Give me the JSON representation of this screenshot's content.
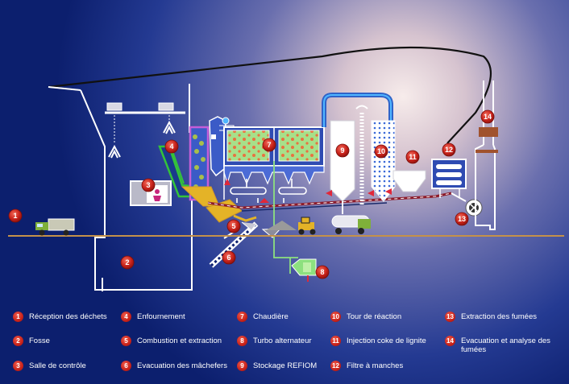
{
  "colors": {
    "background_dark": "#0c1f6e",
    "background_glow": "#f3e6e4",
    "badge_red": "#c8221a",
    "structure_white": "#ffffff",
    "pipe_blue": "#2f63c8",
    "ground_line": "#c4914a",
    "gas_flow_red": "#e0283a"
  },
  "markers": [
    "1",
    "2",
    "3",
    "4",
    "5",
    "6",
    "7",
    "8",
    "9",
    "10",
    "11",
    "12",
    "13",
    "14"
  ],
  "legend": [
    {
      "num": "1",
      "label": "Réception des déchets"
    },
    {
      "num": "2",
      "label": "Fosse"
    },
    {
      "num": "3",
      "label": "Salle de contrôle"
    },
    {
      "num": "4",
      "label": "Enfournement"
    },
    {
      "num": "5",
      "label": "Combustion et extraction"
    },
    {
      "num": "6",
      "label": "Evacuation des mâchefers"
    },
    {
      "num": "7",
      "label": "Chaudière"
    },
    {
      "num": "8",
      "label": "Turbo alternateur"
    },
    {
      "num": "9",
      "label": "Stockage REFIOM"
    },
    {
      "num": "10",
      "label": "Tour de réaction"
    },
    {
      "num": "11",
      "label": "Injection coke de lignite"
    },
    {
      "num": "12",
      "label": "Filtre à manches"
    },
    {
      "num": "13",
      "label": "Extraction des fumées"
    },
    {
      "num": "14",
      "label": "Evacuation et analyse des fumées"
    }
  ]
}
